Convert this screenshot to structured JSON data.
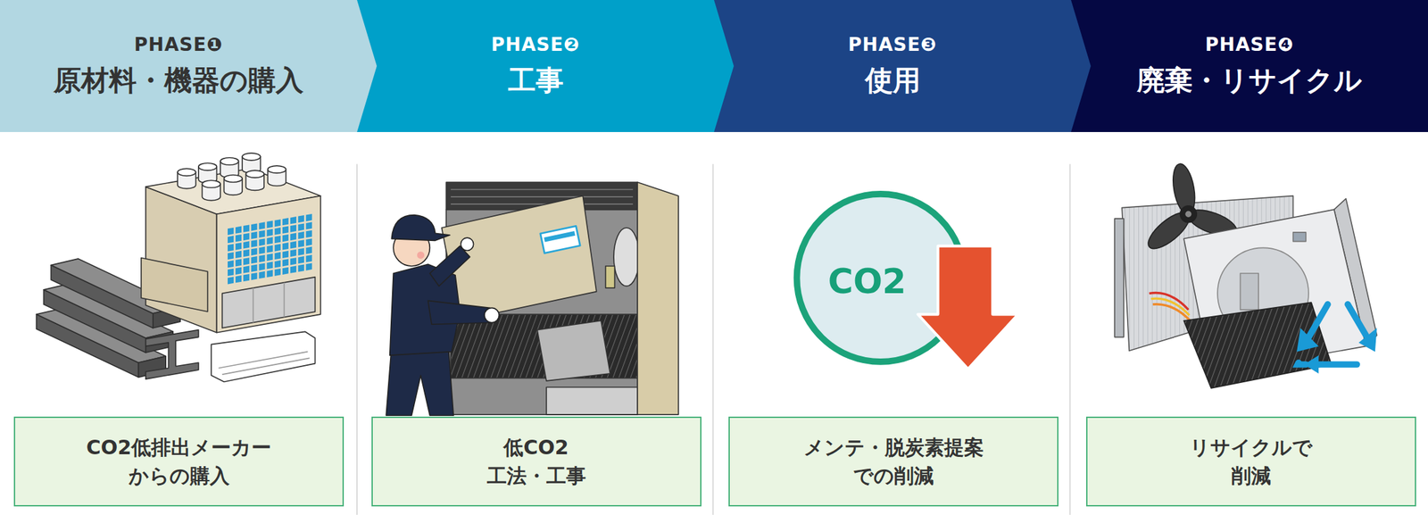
{
  "diagram": {
    "nodes": [
      {
        "text": [
          "PHASE❶",
          "原材料・機器の購入"
        ]
      },
      {
        "text": [
          "PHASE❷",
          "工事"
        ]
      },
      {
        "text": [
          "PHASE❸",
          "使用"
        ]
      },
      {
        "text": [
          "PHASE❹",
          "廃棄・リサイクル"
        ]
      },
      {
        "text": [
          "CO2低排出メーカー からの購入"
        ]
      },
      {
        "text": [
          "低CO2 工法・工事"
        ]
      },
      {
        "text": [
          "メンテ・脱炭素提案 での削減"
        ]
      },
      {
        "text": [
          "リサイクルで 削減"
        ]
      }
    ],
    "labels": [
      "CO2"
    ]
  }
}
